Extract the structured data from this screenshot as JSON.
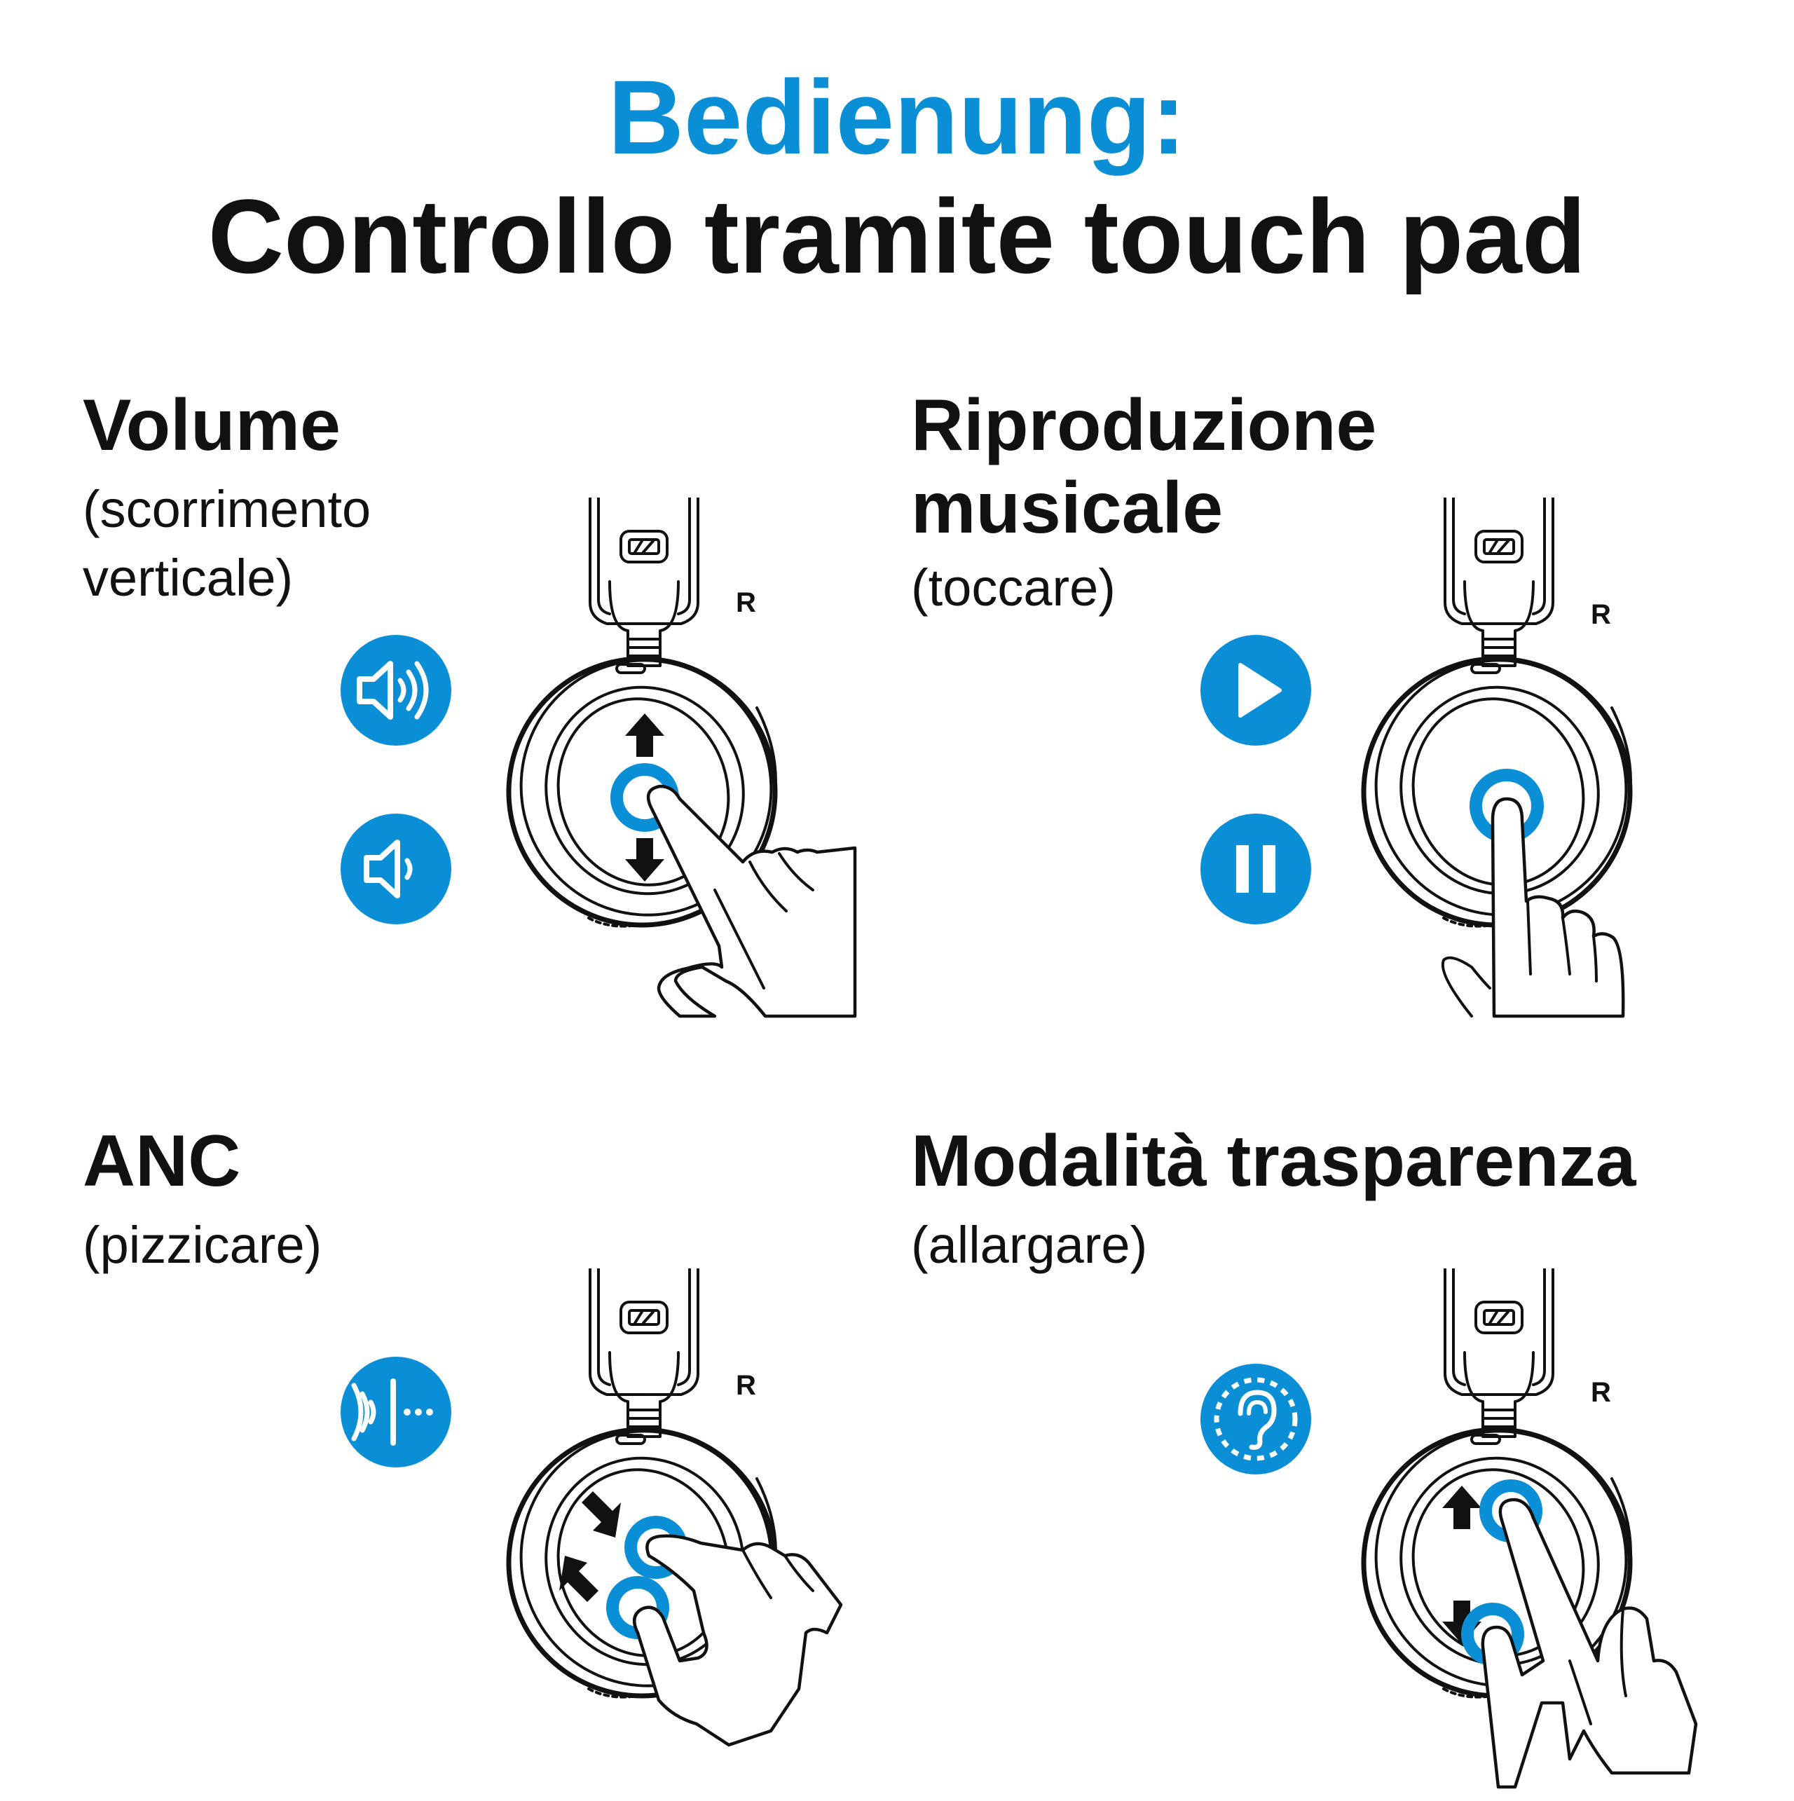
{
  "header": {
    "title_primary": "Bedienung:",
    "title_secondary": "Controllo tramite touch pad"
  },
  "sections": {
    "volume": {
      "title": "Volume",
      "subtitle_line1": "(scorrimento",
      "subtitle_line2": "verticale)"
    },
    "music": {
      "title_line1": "Riproduzione",
      "title_line2": "musicale",
      "subtitle": "(toccare)"
    },
    "anc": {
      "title": "ANC",
      "subtitle": "(pizzicare)"
    },
    "transparency": {
      "title": "Modalità trasparenza",
      "subtitle": "(allargare)"
    }
  },
  "ear_label": "R",
  "icons": {
    "volume": [
      "volume-up-icon",
      "volume-down-icon"
    ],
    "music": [
      "play-icon",
      "pause-icon"
    ],
    "anc": [
      "anc-icon"
    ],
    "transparency": [
      "transparency-ear-icon"
    ]
  },
  "colors": {
    "accent": "#0a8fd6",
    "text": "#111111",
    "background": "#ffffff"
  }
}
